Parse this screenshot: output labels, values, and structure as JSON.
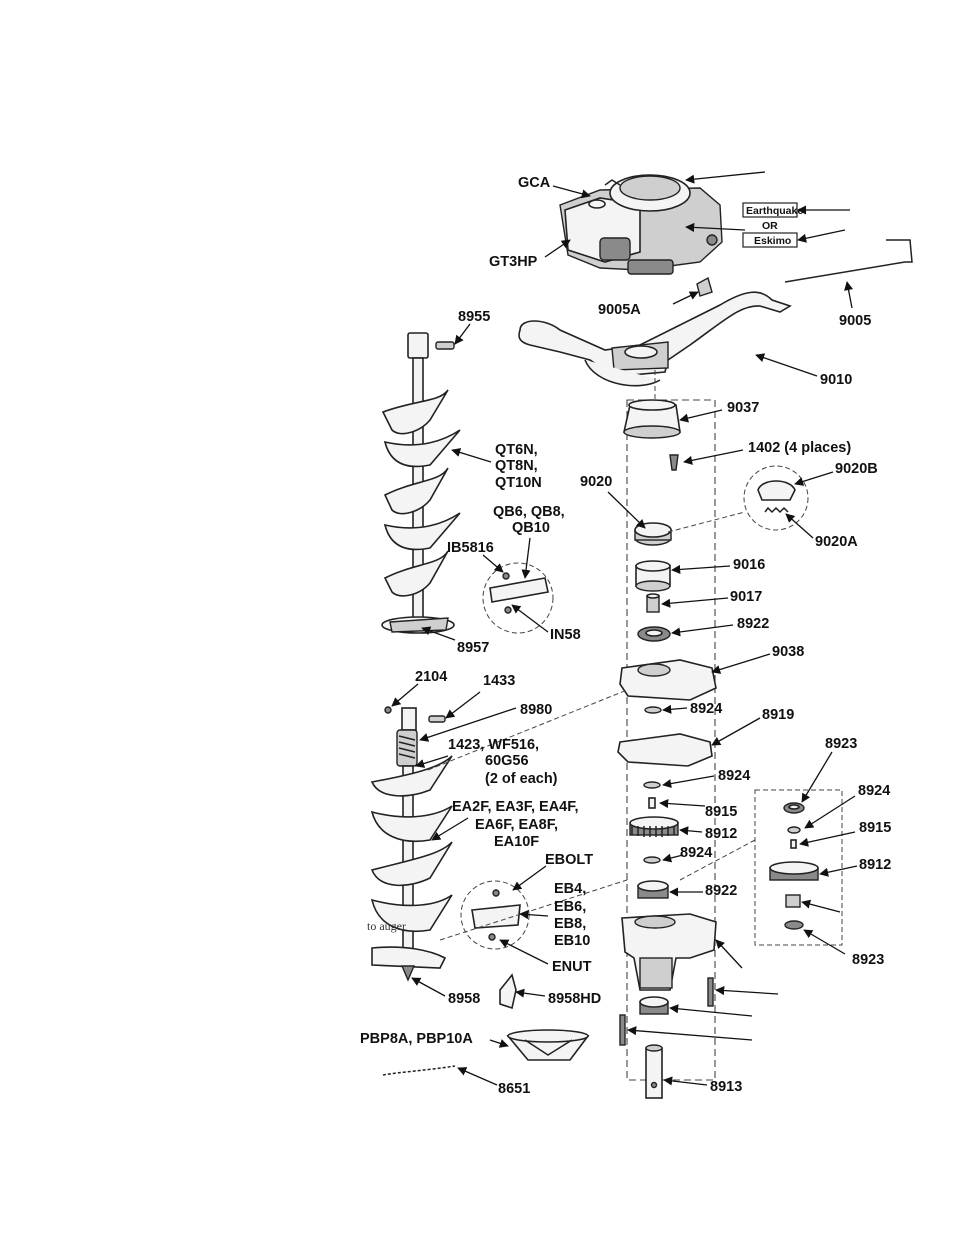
{
  "labels": {
    "gca": "GCA",
    "gt3hp": "GT3HP",
    "earthquake": "Earthquake",
    "or": "OR",
    "eskimo": "Eskimo",
    "p9005a": "9005A",
    "p9005": "9005",
    "p9010": "9010",
    "p8955": "8955",
    "qt6n": "QT6N,",
    "qt8n": "QT8N,",
    "qt10n": "QT10N",
    "p9037": "9037",
    "p1402": "1402 (4 places)",
    "p9020": "9020",
    "p9020b": "9020B",
    "p9020a": "9020A",
    "qb6": "QB6, QB8,",
    "qb10": "QB10",
    "ib5816": "IB5816",
    "p9016": "9016",
    "p9017": "9017",
    "p8922a": "8922",
    "in58": "IN58",
    "p8957": "8957",
    "p9038": "9038",
    "p2104": "2104",
    "p1433": "1433",
    "p8980": "8980",
    "p8924a": "8924",
    "p8919": "8919",
    "p1423_1": "1423, WF516,",
    "p1423_2": "60G56",
    "p1423_3": "(2 of each)",
    "p8923a": "8923",
    "p8924b": "8924",
    "p8924c": "8924",
    "p8915a": "8915",
    "p8915b": "8915",
    "ea_1": "EA2F, EA3F, EA4F,",
    "ea_2": "EA6F, EA8F,",
    "ea_3": "EA10F",
    "p8912a": "8912",
    "p8912b": "8912",
    "p8924d": "8924",
    "ebolt": "EBOLT",
    "eb_1": "EB4,",
    "eb_2": "EB6,",
    "eb_3": "EB8,",
    "eb_4": "EB10",
    "p8922b": "8922",
    "to_auger": "to auger",
    "enut": "ENUT",
    "p8923b": "8923",
    "p8958": "8958",
    "p8958hd": "8958HD",
    "pbp": "PBP8A, PBP10A",
    "p8651": "8651",
    "p8913": "8913"
  }
}
